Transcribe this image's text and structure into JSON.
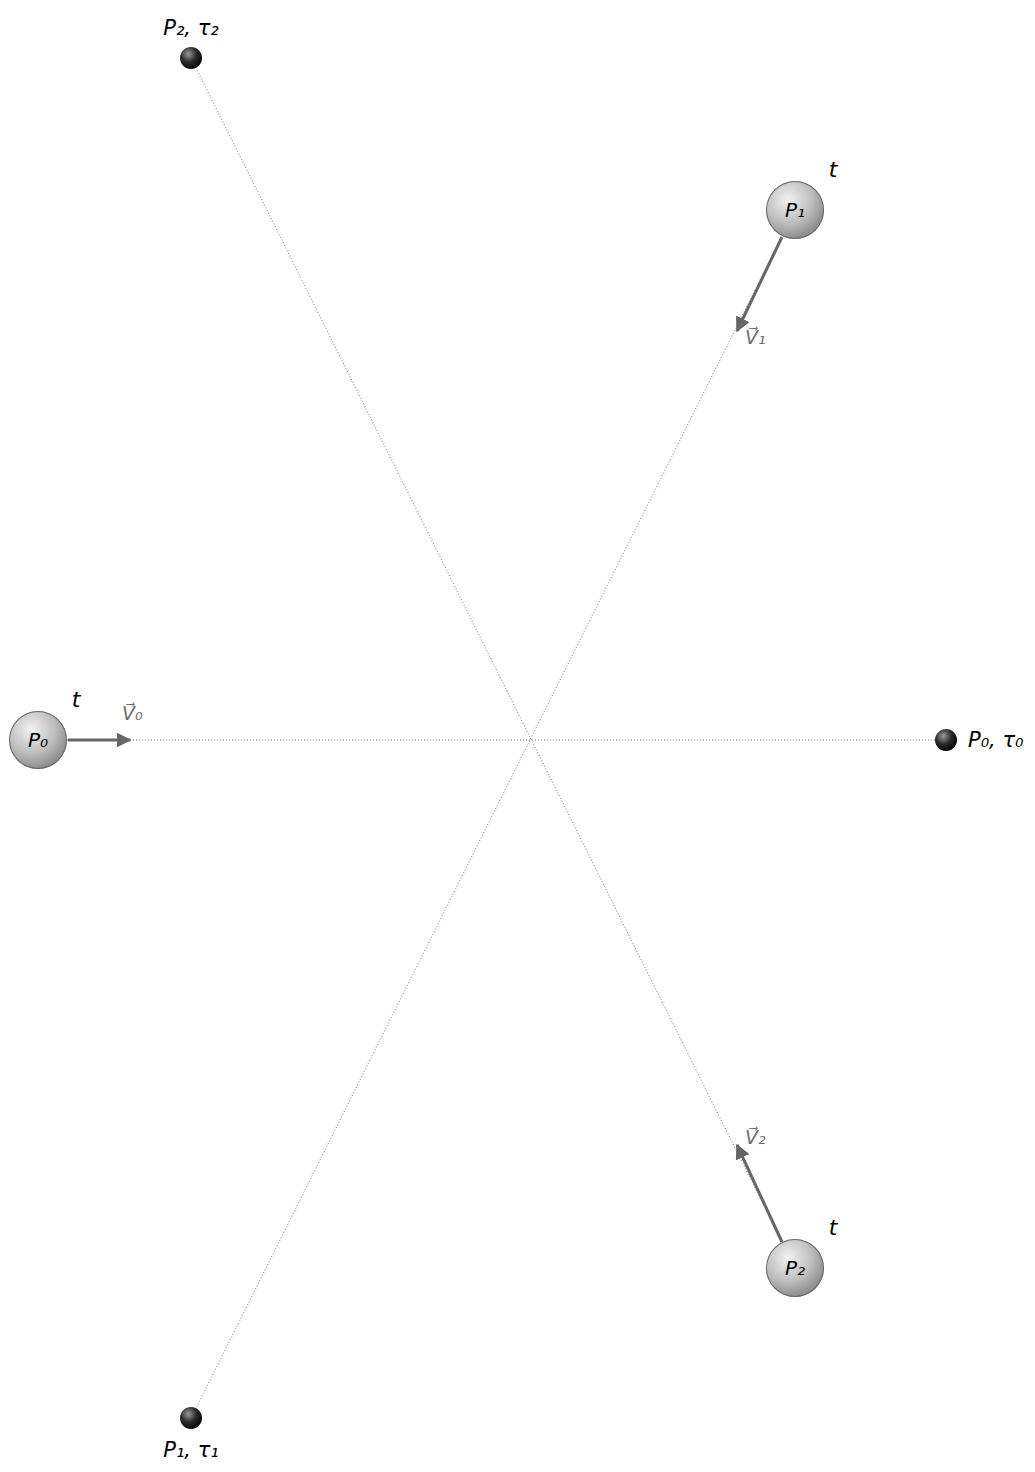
{
  "diagram": {
    "nodes": [
      {
        "text": [
          "P₂, τ₂"
        ]
      },
      {
        "text": [
          "P₁",
          "t"
        ]
      },
      {
        "text": [
          "P₀",
          "t"
        ]
      },
      {
        "text": [
          "P₀, τ₀"
        ]
      },
      {
        "text": [
          "P₂",
          "t"
        ]
      },
      {
        "text": [
          "P₁, τ₁"
        ]
      }
    ],
    "edges": [
      {
        "from": 2,
        "to": 3,
        "arrow": "none"
      },
      {
        "from": 1,
        "to": 5,
        "arrow": "none"
      },
      {
        "from": 4,
        "to": 0,
        "arrow": "none"
      }
    ],
    "labels": [
      "V⃗₀",
      "V⃗₁",
      "V⃗₂"
    ]
  }
}
